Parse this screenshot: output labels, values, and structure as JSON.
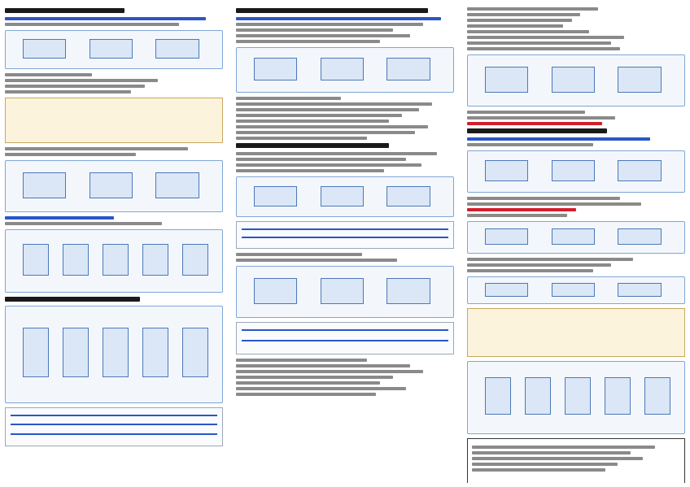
{
  "columns": [
    {
      "blocks": [
        {
          "type": "heading",
          "width": 55
        },
        {
          "type": "text",
          "lines": [
            92,
            80
          ]
        },
        {
          "type": "figure",
          "height": 48
        },
        {
          "type": "text",
          "lines": [
            40,
            70,
            64,
            58
          ]
        },
        {
          "type": "table",
          "height": 56
        },
        {
          "type": "text",
          "lines": [
            84,
            60
          ]
        },
        {
          "type": "figure",
          "height": 64
        },
        {
          "type": "text",
          "lines": [
            50,
            72
          ]
        },
        {
          "type": "figure",
          "height": 78
        },
        {
          "type": "heading",
          "width": 62
        },
        {
          "type": "figure",
          "height": 120
        },
        {
          "type": "wave",
          "height": 48
        }
      ]
    },
    {
      "blocks": [
        {
          "type": "heading",
          "width": 88
        },
        {
          "type": "text",
          "lines": [
            94,
            86,
            72,
            80,
            66
          ]
        },
        {
          "type": "figure",
          "height": 56
        },
        {
          "type": "text",
          "lines": [
            48,
            90,
            84,
            76,
            70,
            88,
            82,
            60
          ]
        },
        {
          "type": "heading",
          "width": 70
        },
        {
          "type": "text",
          "lines": [
            92,
            78,
            85,
            68
          ]
        },
        {
          "type": "figure",
          "height": 50
        },
        {
          "type": "wave",
          "height": 34
        },
        {
          "type": "text",
          "lines": [
            58,
            74
          ]
        },
        {
          "type": "figure",
          "height": 64
        },
        {
          "type": "wave",
          "height": 40
        },
        {
          "type": "text",
          "lines": [
            60,
            80,
            86,
            72,
            66,
            78,
            64
          ]
        }
      ]
    },
    {
      "blocks": [
        {
          "type": "text",
          "lines": [
            60,
            52,
            48,
            44,
            56,
            72,
            66,
            70
          ]
        },
        {
          "type": "figure",
          "height": 64
        },
        {
          "type": "text",
          "lines": [
            54,
            68,
            62
          ]
        },
        {
          "type": "heading",
          "width": 64
        },
        {
          "type": "text",
          "lines": [
            84,
            58
          ]
        },
        {
          "type": "figure",
          "height": 52
        },
        {
          "type": "text",
          "lines": [
            70,
            80,
            50,
            46
          ]
        },
        {
          "type": "figure",
          "height": 40
        },
        {
          "type": "text",
          "lines": [
            76,
            66,
            58
          ]
        },
        {
          "type": "figure",
          "height": 34
        },
        {
          "type": "table",
          "height": 60
        },
        {
          "type": "figure",
          "height": 90
        },
        {
          "type": "note",
          "height": 70
        }
      ]
    }
  ]
}
